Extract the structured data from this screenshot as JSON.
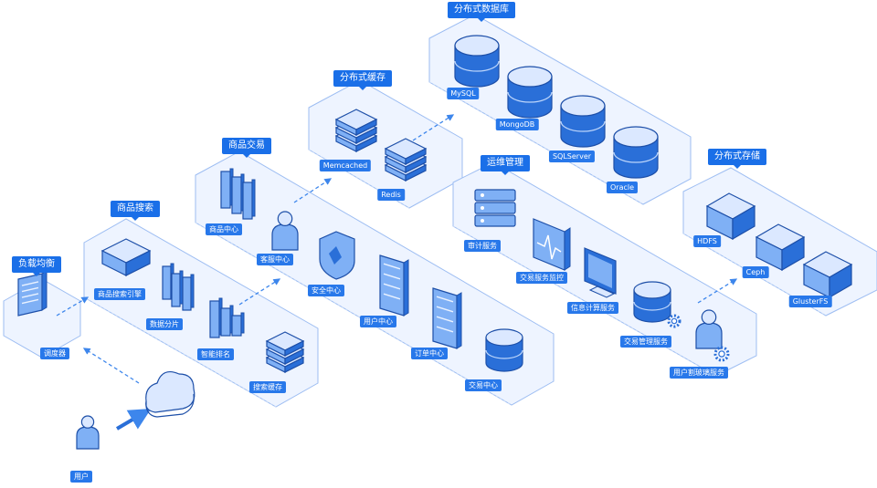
{
  "groups": {
    "load_balancing": "负载均衡",
    "product_search": "商品搜索",
    "product_trade": "商品交易",
    "distributed_cache": "分布式缓存",
    "distributed_database": "分布式数据库",
    "ops_management": "运维管理",
    "distributed_storage": "分布式存储"
  },
  "nodes": {
    "scheduler": "调度器",
    "user": "用户",
    "search_engine": "商品搜索引擎",
    "data_sharding": "数据分片",
    "smart_ranking": "智能排名",
    "search_cache": "搜索缓存",
    "product_center": "商品中心",
    "customer_service": "客服中心",
    "security_center": "安全中心",
    "user_center": "用户中心",
    "order_center": "订单中心",
    "trade_center": "交易中心",
    "memcached": "Memcached",
    "redis": "Redis",
    "mysql": "MySQL",
    "mongodb": "MongoDB",
    "sqlserver": "SQLServer",
    "oracle": "Oracle",
    "audit_service": "审计服务",
    "trade_monitor": "交易服务监控",
    "info_compute": "信息计算服务",
    "trade_management": "交易管理服务",
    "user_glass_service": "用户割玻璃服务",
    "hdfs": "HDFS",
    "ceph": "Ceph",
    "glusterfs": "GlusterFS"
  },
  "colors": {
    "accent": "#1a6fe8",
    "label": "#2878ea",
    "platform": "#eef4ff",
    "platform_edge": "#9dbdf2",
    "icon_light": "#dbe8ff",
    "icon_mid": "#7fb0f5",
    "icon_dark": "#2a6fd8",
    "arrow": "#3d86ec"
  }
}
